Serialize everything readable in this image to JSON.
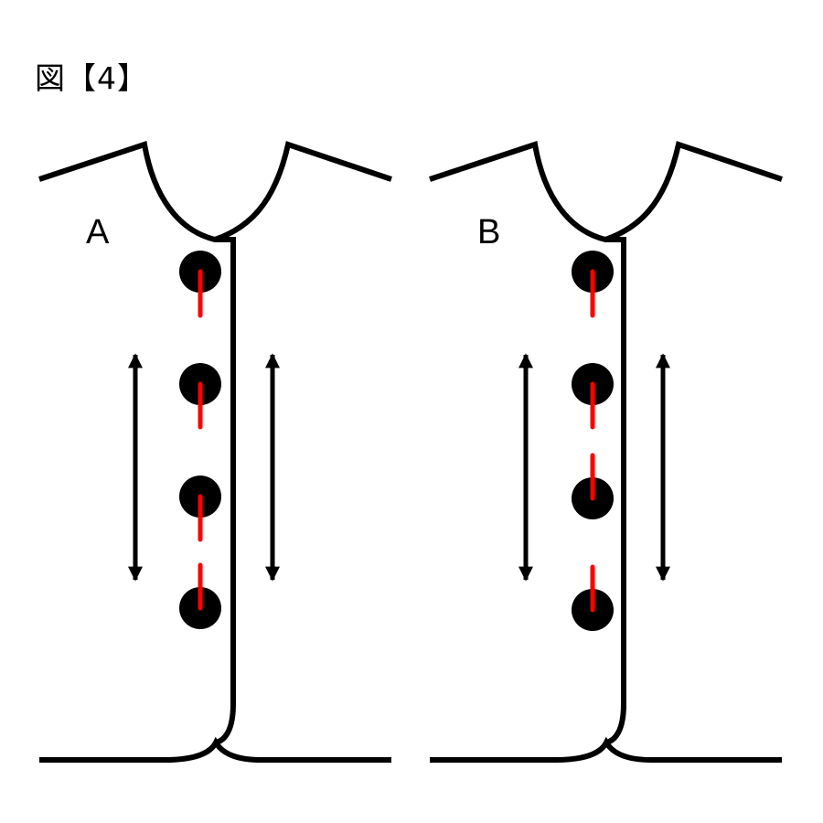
{
  "figure_title": "図【4】",
  "panels": [
    {
      "label": "A"
    },
    {
      "label": "B"
    }
  ],
  "colors": {
    "outline": "#000000",
    "button": "#000000",
    "stitch": "#ff0000",
    "background": "#ffffff"
  }
}
